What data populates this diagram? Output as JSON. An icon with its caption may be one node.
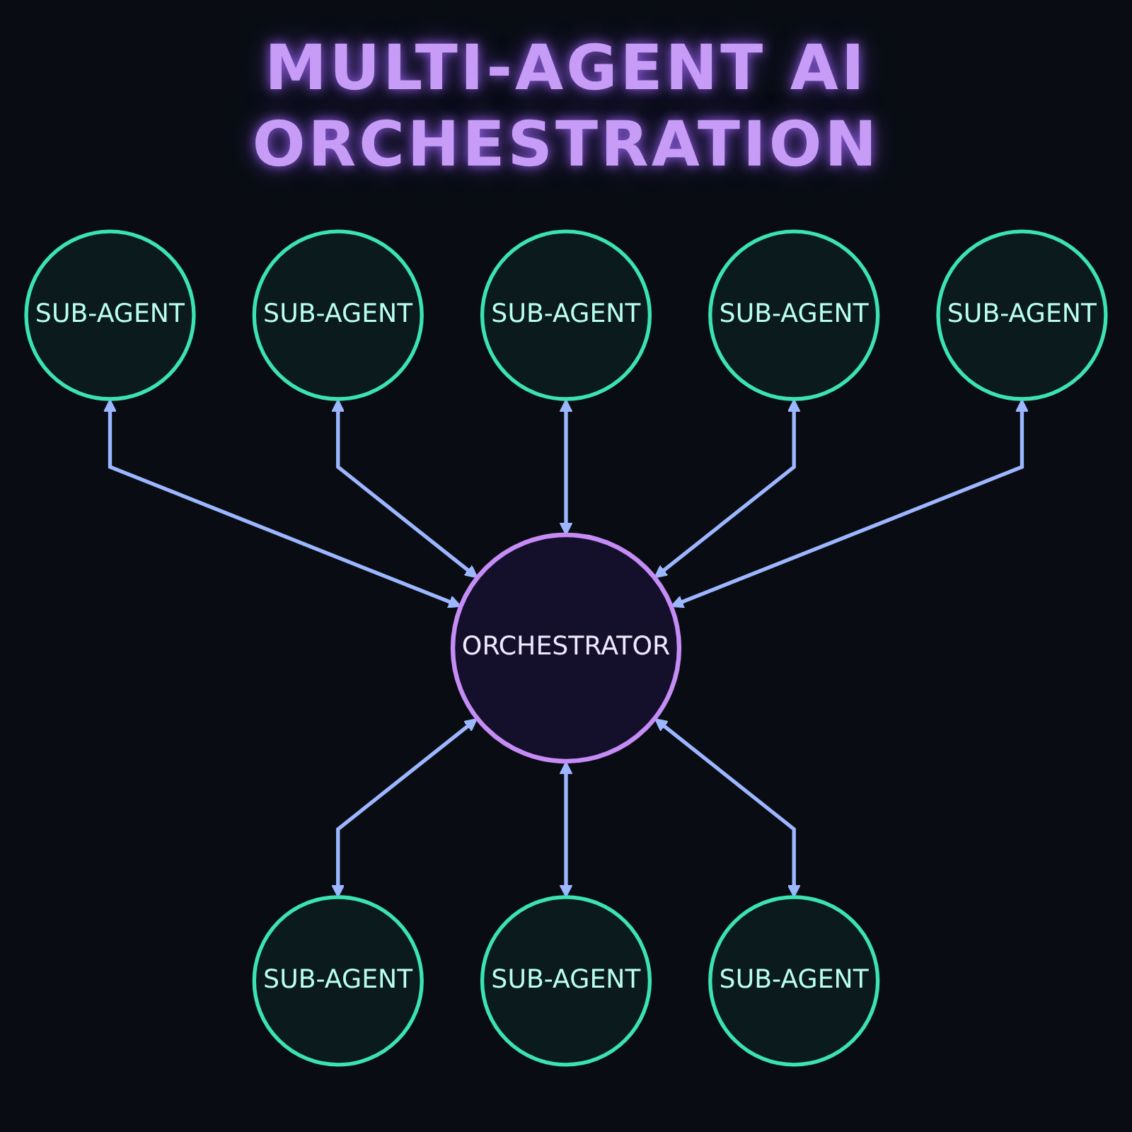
{
  "diagram": {
    "title": "MULTI-AGENT AI ORCHESTRATION",
    "nodes": [
      {
        "text": [
          "SUB-AGENT"
        ]
      },
      {
        "text": [
          "SUB-AGENT"
        ]
      },
      {
        "text": [
          "SUB-AGENT"
        ]
      },
      {
        "text": [
          "SUB-AGENT"
        ]
      },
      {
        "text": [
          "ORCHESTRATOR"
        ]
      },
      {
        "text": [
          "SUB-AGENT"
        ]
      },
      {
        "text": [
          "SUB-AGENT"
        ]
      },
      {
        "text": [
          "SUB-AGENT"
        ]
      },
      {
        "text": [
          "SUB-AGENT"
        ]
      }
    ],
    "edges": [
      {
        "from": 0,
        "to": 4,
        "arrow": "both"
      },
      {
        "from": 1,
        "to": 4,
        "arrow": "both"
      },
      {
        "from": 2,
        "to": 4,
        "arrow": "both"
      },
      {
        "from": 3,
        "to": 4,
        "arrow": "both"
      },
      {
        "from": 5,
        "to": 4,
        "arrow": "both"
      },
      {
        "from": 4,
        "to": 6,
        "arrow": "both"
      },
      {
        "from": 4,
        "to": 7,
        "arrow": "both"
      },
      {
        "from": 4,
        "to": 8,
        "arrow": "both"
      }
    ]
  }
}
